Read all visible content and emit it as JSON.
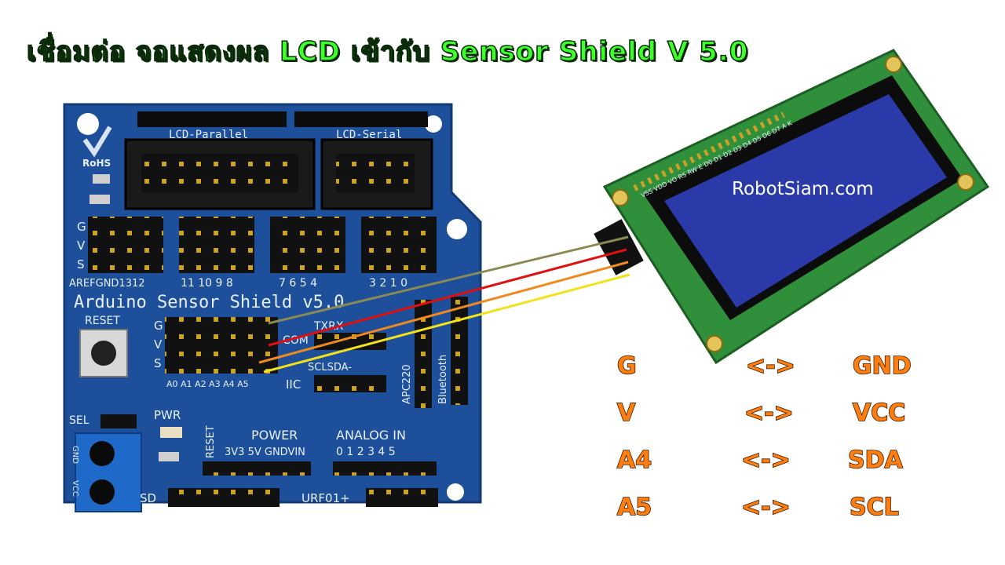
{
  "title": "เชื่อมต่อ จอแสดงผล LCD เข้ากับ Sensor Shield V 5.0",
  "watermark": "RobotSiam.com",
  "shield": {
    "name": "Arduino Sensor Shield v5.0",
    "rohs": "RoHS",
    "header_lcd_parallel": "LCD-Parallel",
    "header_lcd_serial": "LCD-Serial",
    "row_labels": [
      "G",
      "V",
      "S"
    ],
    "digital_labels_left": "AREFGND1312",
    "digital_labels_mid": "11 10 9 8",
    "digital_labels_right1": "7 6 5 4",
    "digital_labels_right2": "3 2 1 0",
    "reset": "RESET",
    "analog_pin_labels": "A0 A1 A2 A3 A4 A5",
    "com": "COM",
    "txrx": "TXRX",
    "sclsda": "SCLSDA-",
    "iic": "IIC",
    "apc220": "APC220",
    "bluetooth": "Bluetooth",
    "sel": "SEL",
    "pwr": "PWR",
    "power": "POWER",
    "power_pins": "3V3 5V GNDVIN",
    "reset_small": "RESET",
    "analog_in": "ANALOG  IN",
    "analog_nums": "0 1 2 3 4 5",
    "sd": "SD",
    "urf": "URF01+",
    "gnd_small": "GND",
    "vcc_small": "VCC"
  },
  "lcd": {
    "pin_labels": "VSS VDD VO RS RW E D0 D1 D2 D3 D4 D5 D6 D7 A K"
  },
  "wires": [
    {
      "name": "G",
      "color": "#8a8a55"
    },
    {
      "name": "V",
      "color": "#e01010"
    },
    {
      "name": "A4",
      "color": "#f08a20"
    },
    {
      "name": "A5",
      "color": "#f2e21a"
    }
  ],
  "mapping": [
    {
      "left": "G",
      "arrow": "<->",
      "right": "GND"
    },
    {
      "left": "V",
      "arrow": "<->",
      "right": "VCC"
    },
    {
      "left": "A4",
      "arrow": "<->",
      "right": "SDA"
    },
    {
      "left": "A5",
      "arrow": "<->",
      "right": "SCL"
    }
  ]
}
